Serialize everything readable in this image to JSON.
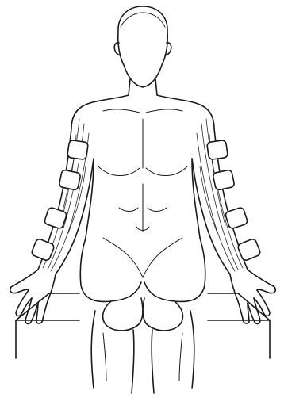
{
  "figure": {
    "subject": "seated-person-with-electrode-pads",
    "line_color": "#1a1a1a",
    "background_color": "#ffffff",
    "pad_fill_color": "#ffffff",
    "electrode_pads": {
      "left_arm_count": 4,
      "right_arm_count": 4
    }
  }
}
